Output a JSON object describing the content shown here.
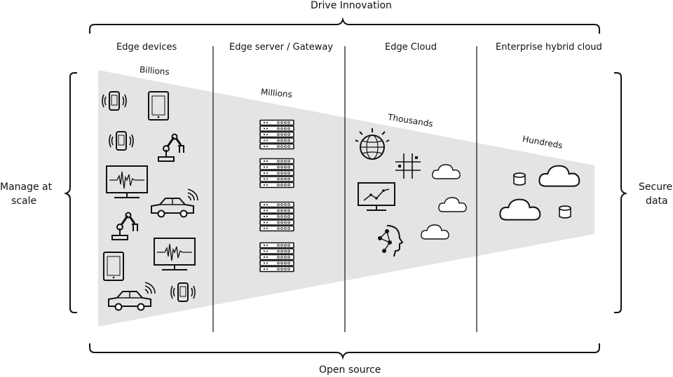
{
  "labels": {
    "top": "Drive Innovation",
    "bottom": "Open source",
    "left": [
      "Manage at",
      "scale"
    ],
    "right": [
      "Secure",
      "data"
    ]
  },
  "columns": [
    "Edge devices",
    "Edge server / Gateway",
    "Edge Cloud",
    "Enterprise hybrid cloud"
  ],
  "counts": [
    "Billions",
    "Millions",
    "Thousands",
    "Hundreds"
  ],
  "icons": {
    "edge_devices": [
      "phone-icon",
      "tablet-icon",
      "phone-icon",
      "robot-arm-icon",
      "monitor-waveform-icon",
      "car-icon",
      "robot-arm-icon",
      "monitor-waveform-icon",
      "tablet-icon",
      "car-icon",
      "phone-icon"
    ],
    "edge_server": [
      "server-rack-icon",
      "server-rack-icon",
      "server-rack-icon",
      "server-rack-icon"
    ],
    "edge_cloud": [
      "globe-icon",
      "hashtag-grid-icon",
      "cloud-icon",
      "monitor-chart-icon",
      "cloud-icon",
      "ai-head-icon",
      "cloud-icon"
    ],
    "enterprise": [
      "database-icon",
      "cloud-icon",
      "cloud-icon",
      "database-icon"
    ]
  }
}
